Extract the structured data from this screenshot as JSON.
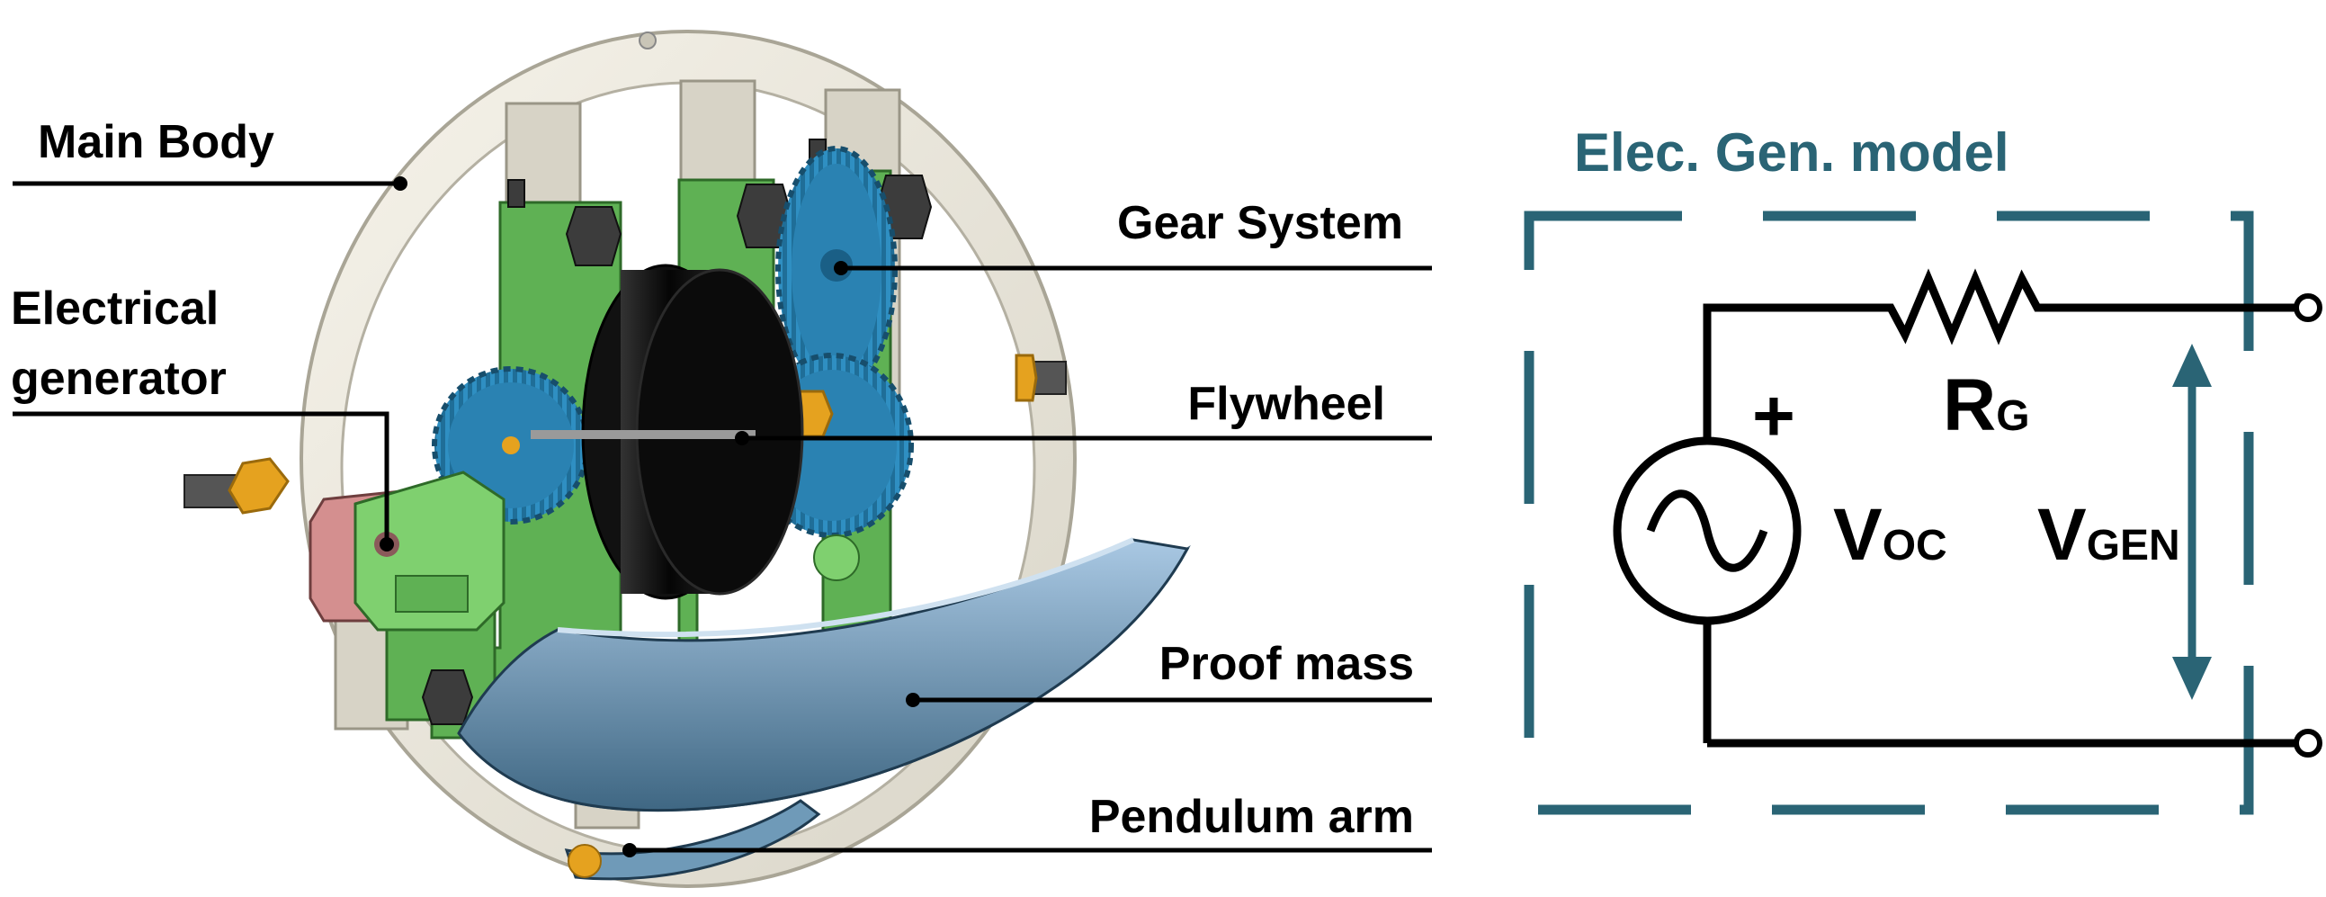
{
  "diagram": {
    "labels": {
      "main_body": "Main Body",
      "electrical_line1": "Electrical",
      "electrical_line2": "generator",
      "gear_system": "Gear System",
      "flywheel": "Flywheel",
      "proof_mass": "Proof mass",
      "pendulum_arm": "Pendulum arm"
    },
    "circuit": {
      "title": "Elec. Gen. model",
      "rg_main": "R",
      "rg_sub": "G",
      "voc_main": "V",
      "voc_sub": "OC",
      "vgen_main": "V",
      "vgen_sub": "GEN",
      "plus": "+"
    }
  },
  "colors": {
    "frame": "#efece2",
    "plate": "#5fb154",
    "gear": "#2f8fc2",
    "flywheel": "#0d0d0d",
    "generator": "#d48f8f",
    "proof_mass": "#6f9ab8",
    "circuit_box": "#2a6475",
    "hardware": "#e59b1c"
  }
}
